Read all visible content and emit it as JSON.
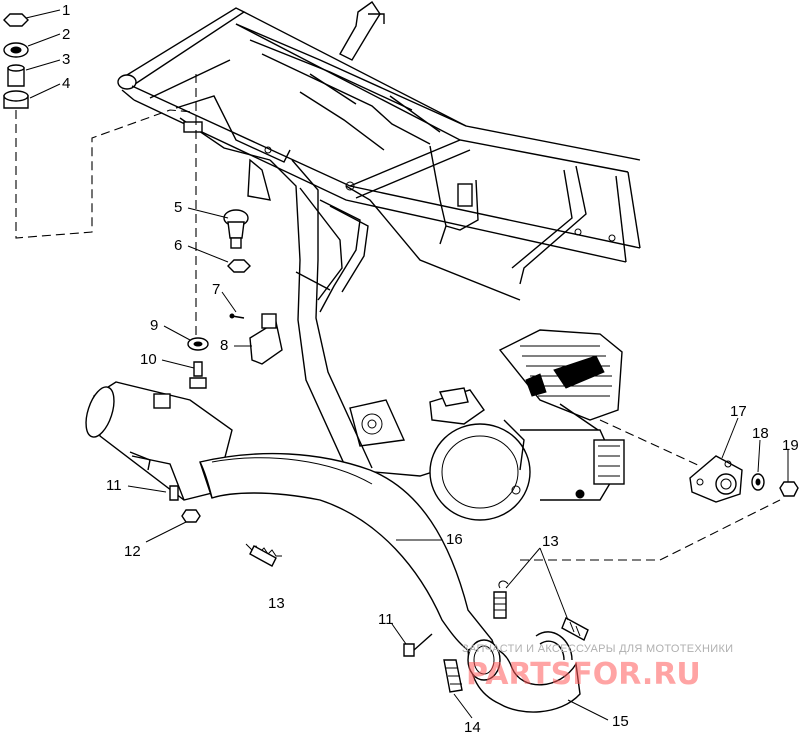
{
  "diagram": {
    "callouts": [
      {
        "id": "1",
        "label": "1"
      },
      {
        "id": "2",
        "label": "2"
      },
      {
        "id": "3",
        "label": "3"
      },
      {
        "id": "4",
        "label": "4"
      },
      {
        "id": "5",
        "label": "5"
      },
      {
        "id": "6",
        "label": "6"
      },
      {
        "id": "7",
        "label": "7"
      },
      {
        "id": "8",
        "label": "8"
      },
      {
        "id": "9",
        "label": "9"
      },
      {
        "id": "10",
        "label": "10"
      },
      {
        "id": "11a",
        "label": "11"
      },
      {
        "id": "12",
        "label": "12"
      },
      {
        "id": "13a",
        "label": "13"
      },
      {
        "id": "16",
        "label": "16"
      },
      {
        "id": "13b",
        "label": "13"
      },
      {
        "id": "11b",
        "label": "11"
      },
      {
        "id": "14",
        "label": "14"
      },
      {
        "id": "15",
        "label": "15"
      },
      {
        "id": "17",
        "label": "17"
      },
      {
        "id": "18",
        "label": "18"
      },
      {
        "id": "19",
        "label": "19"
      }
    ]
  },
  "watermark": {
    "tagline": "ЗАПЧАСТИ И АКСЕССУАРЫ ДЛЯ МОТОТЕХНИКИ",
    "logo": "PARTSFOR.RU",
    "color": "#ff5a5a"
  }
}
